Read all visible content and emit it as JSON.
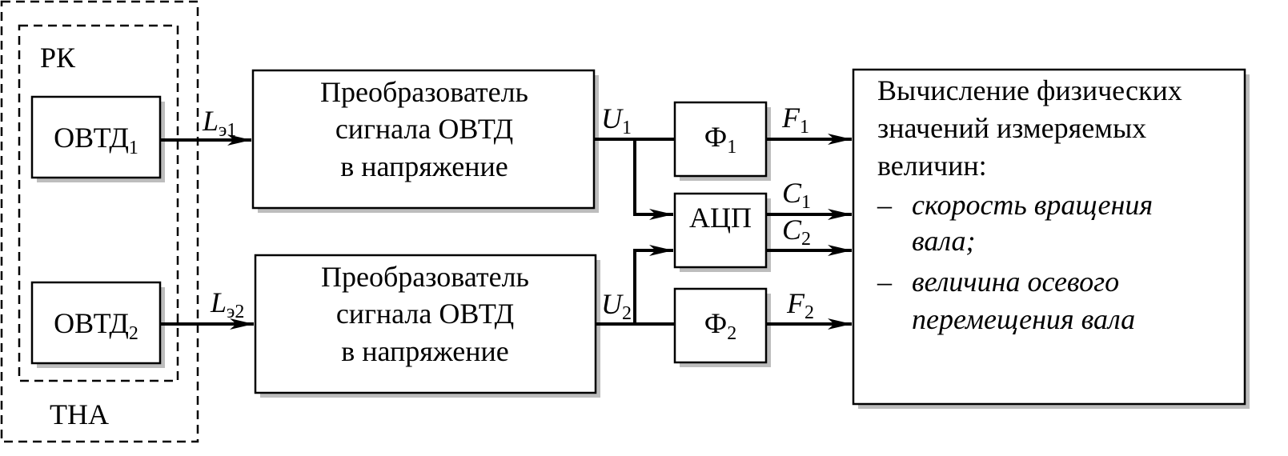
{
  "frames": {
    "tna_label": "ТНА",
    "rk_label": "РК"
  },
  "sensors": {
    "s1": {
      "base": "ОВТД",
      "sub": "1"
    },
    "s2": {
      "base": "ОВТД",
      "sub": "2"
    }
  },
  "converter": {
    "lines": [
      "Преобразователь",
      "сигнала ОВТД",
      "в напряжение"
    ]
  },
  "signals": {
    "l1": {
      "base": "L",
      "sub": "э1"
    },
    "l2": {
      "base": "L",
      "sub": "э2"
    },
    "u1": {
      "base": "U",
      "sub": "1"
    },
    "u2": {
      "base": "U",
      "sub": "2"
    },
    "f1": {
      "base": "F",
      "sub": "1"
    },
    "f2": {
      "base": "F",
      "sub": "2"
    },
    "c1": {
      "base": "C",
      "sub": "1"
    },
    "c2": {
      "base": "C",
      "sub": "2"
    }
  },
  "filters": {
    "phi1": {
      "base": "Ф",
      "sub": "1"
    },
    "phi2": {
      "base": "Ф",
      "sub": "2"
    }
  },
  "adc": {
    "label": "АЦП"
  },
  "compute": {
    "title_lines": [
      "Вычисление физических",
      "значений измеряемых",
      "величин:"
    ],
    "bullet_dash": "–",
    "item1_lines": [
      "скорость вращения",
      "вала;"
    ],
    "item2_lines": [
      "величина осевого",
      "перемещения вала"
    ]
  }
}
